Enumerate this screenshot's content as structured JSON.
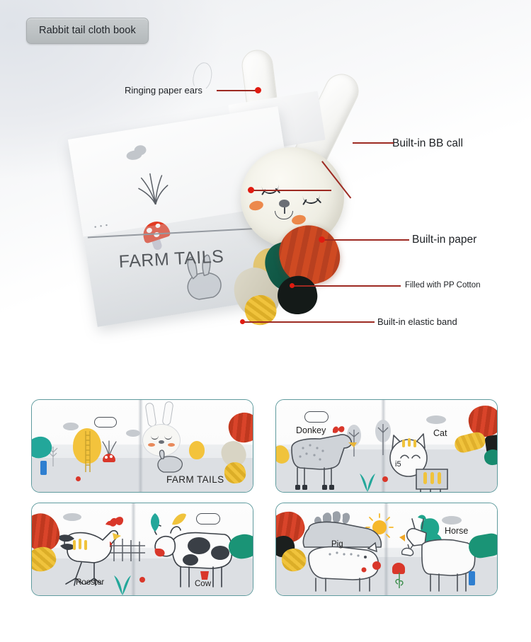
{
  "page": {
    "title_badge": "Rabbit tail cloth book",
    "background_top": "#eceef1",
    "background_base": "#ffffff"
  },
  "hero": {
    "product_name_on_book": "FARM TAILS",
    "callouts": [
      {
        "id": "ringing-paper-ears",
        "label": "Ringing paper ears",
        "size": "md",
        "side": "left"
      },
      {
        "id": "built-in-bb-call",
        "label": "Built-in BB call",
        "size": "lg",
        "side": "right"
      },
      {
        "id": "built-in-paper",
        "label": "Built-in paper",
        "size": "lg",
        "side": "right"
      },
      {
        "id": "filled-with-pp-cotton",
        "label": "Filled with PP Cotton",
        "size": "sm",
        "side": "right"
      },
      {
        "id": "built-in-elastic-band",
        "label": "Built-in elastic band",
        "size": "md",
        "side": "right"
      }
    ],
    "callout_line_color": "#9d2a22",
    "callout_dot_color": "#e01b10",
    "tail_colors": [
      "#cf4a22",
      "#14624e",
      "#141a18",
      "#ddd9c9",
      "#f0c33c"
    ]
  },
  "thumbnails": {
    "border_color": "#5f9b9e",
    "items": [
      {
        "id": "thumb-farm-tails",
        "labels": [
          "FARM TAILS"
        ],
        "cover_title": "FARM TAILS",
        "animals": []
      },
      {
        "id": "thumb-donkey-cat",
        "labels": [
          "Donkey",
          "Cat",
          "i5"
        ],
        "animals": [
          "Donkey",
          "Cat"
        ]
      },
      {
        "id": "thumb-rooster-cow",
        "labels": [
          "Rooster",
          "Cow"
        ],
        "animals": [
          "Rooster",
          "Cow"
        ]
      },
      {
        "id": "thumb-pig-horse",
        "labels": [
          "Pig",
          "Horse"
        ],
        "animals": [
          "Pig",
          "Horse"
        ]
      }
    ]
  }
}
